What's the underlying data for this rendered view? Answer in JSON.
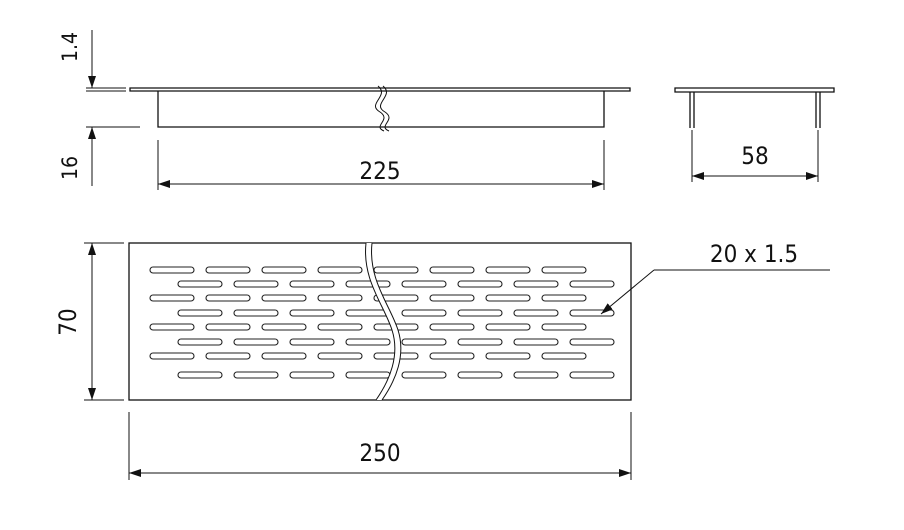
{
  "dimensions": {
    "top_thickness": "1.4",
    "body_height": "16",
    "inner_length": "225",
    "profile_width": "58",
    "slot_size": "20 x 1.5",
    "overall_height": "70",
    "overall_length": "250"
  },
  "colors": {
    "line": "#111111",
    "background": "#ffffff"
  }
}
